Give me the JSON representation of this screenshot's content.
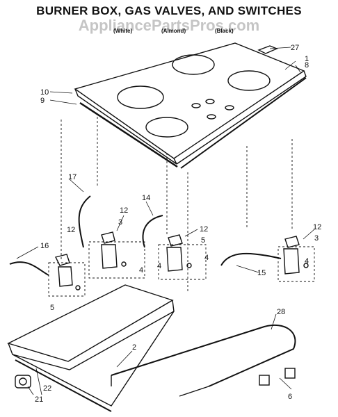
{
  "title": "BURNER BOX, GAS VALVES, AND SWITCHES",
  "watermark": "AppliancePartsPros.com",
  "color_labels": [
    "(White)",
    "(Almond)",
    "(Black)"
  ],
  "part_numbers": [
    "27",
    "1",
    "8",
    "10",
    "9",
    "17",
    "12",
    "3",
    "14",
    "12",
    "5",
    "12",
    "3",
    "16",
    "12",
    "4",
    "4",
    "15",
    "4",
    "4",
    "5",
    "28",
    "2",
    "21",
    "22",
    "6"
  ]
}
